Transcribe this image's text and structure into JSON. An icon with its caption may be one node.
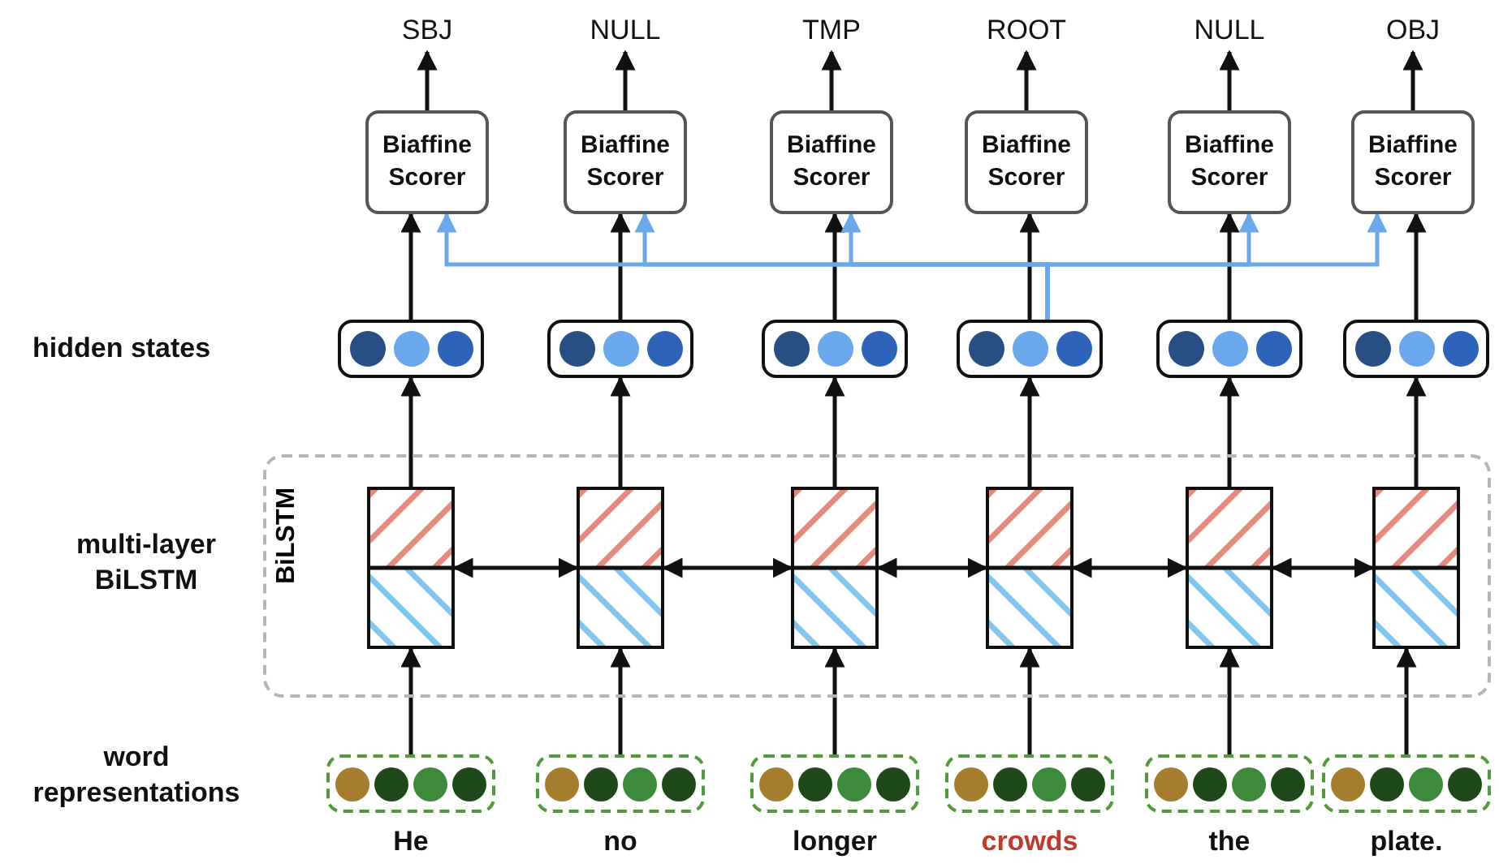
{
  "diagram": {
    "nodes": [
      {
        "text": [
          "SBJ"
        ]
      },
      {
        "text": [
          "NULL"
        ]
      },
      {
        "text": [
          "TMP"
        ]
      },
      {
        "text": [
          "ROOT"
        ]
      },
      {
        "text": [
          "NULL"
        ]
      },
      {
        "text": [
          "OBJ"
        ]
      },
      {
        "text": [
          "Biaffine Scorer"
        ]
      },
      {
        "text": [
          "Biaffine Scorer"
        ]
      },
      {
        "text": [
          "Biaffine Scorer"
        ]
      },
      {
        "text": [
          "Biaffine Scorer"
        ]
      },
      {
        "text": [
          "Biaffine Scorer"
        ]
      },
      {
        "text": [
          "Biaffine Scorer"
        ]
      },
      {
        "text": [],
        "shape": "box"
      },
      {
        "text": [],
        "shape": "box"
      },
      {
        "text": [],
        "shape": "box"
      },
      {
        "text": [],
        "shape": "box"
      },
      {
        "text": [],
        "shape": "box"
      },
      {
        "text": [],
        "shape": "box"
      },
      {
        "text": [
          "BiLSTM"
        ]
      },
      {
        "text": [],
        "shape": "box",
        "in": 18
      },
      {
        "text": [],
        "shape": "box",
        "in": 18
      },
      {
        "text": [],
        "shape": "box",
        "in": 18
      },
      {
        "text": [],
        "shape": "box",
        "in": 18
      },
      {
        "text": [],
        "shape": "box",
        "in": 18
      },
      {
        "text": [],
        "shape": "box",
        "in": 18
      },
      {
        "text": [],
        "shape": "box"
      },
      {
        "text": [],
        "shape": "box"
      },
      {
        "text": [],
        "shape": "box"
      },
      {
        "text": [],
        "shape": "box"
      },
      {
        "text": [],
        "shape": "box"
      },
      {
        "text": [],
        "shape": "box"
      },
      {
        "text": [
          "He"
        ]
      },
      {
        "text": [
          "no"
        ]
      },
      {
        "text": [
          "longer"
        ]
      },
      {
        "text": [
          "crowds"
        ]
      },
      {
        "text": [
          "the"
        ]
      },
      {
        "text": [
          "plate."
        ]
      }
    ],
    "edges": [
      {
        "from": 6,
        "to": 0,
        "arrow": "to"
      },
      {
        "from": 7,
        "to": 1,
        "arrow": "to"
      },
      {
        "from": 8,
        "to": 2,
        "arrow": "to"
      },
      {
        "from": 9,
        "to": 3,
        "arrow": "to"
      },
      {
        "from": 10,
        "to": 4,
        "arrow": "to"
      },
      {
        "from": 11,
        "to": 5,
        "arrow": "to"
      },
      {
        "from": 12,
        "to": 6,
        "arrow": "to"
      },
      {
        "from": 13,
        "to": 7,
        "arrow": "to"
      },
      {
        "from": 14,
        "to": 8,
        "arrow": "to"
      },
      {
        "from": 15,
        "to": 9,
        "arrow": "to"
      },
      {
        "from": 16,
        "to": 10,
        "arrow": "to"
      },
      {
        "from": 17,
        "to": 11,
        "arrow": "to"
      },
      {
        "from": 19,
        "to": 12,
        "arrow": "to"
      },
      {
        "from": 20,
        "to": 13,
        "arrow": "to"
      },
      {
        "from": 21,
        "to": 14,
        "arrow": "to"
      },
      {
        "from": 22,
        "to": 15,
        "arrow": "to"
      },
      {
        "from": 23,
        "to": 16,
        "arrow": "to"
      },
      {
        "from": 24,
        "to": 17,
        "arrow": "to"
      },
      {
        "from": 25,
        "to": 19,
        "arrow": "to"
      },
      {
        "from": 26,
        "to": 20,
        "arrow": "to"
      },
      {
        "from": 27,
        "to": 21,
        "arrow": "to"
      },
      {
        "from": 28,
        "to": 22,
        "arrow": "to"
      },
      {
        "from": 29,
        "to": 23,
        "arrow": "to"
      },
      {
        "from": 30,
        "to": 24,
        "arrow": "to"
      },
      {
        "from": 19,
        "to": 20,
        "arrow": "both"
      },
      {
        "from": 20,
        "to": 21,
        "arrow": "both"
      },
      {
        "from": 21,
        "to": 22,
        "arrow": "both"
      },
      {
        "from": 22,
        "to": 23,
        "arrow": "both"
      },
      {
        "from": 23,
        "to": 24,
        "arrow": "both"
      },
      {
        "from": 15,
        "to": 6,
        "arrow": "to",
        "color": "#6aa8ee"
      },
      {
        "from": 15,
        "to": 7,
        "arrow": "to",
        "color": "#6aa8ee"
      },
      {
        "from": 15,
        "to": 8,
        "arrow": "to",
        "color": "#6aa8ee"
      },
      {
        "from": 15,
        "to": 10,
        "arrow": "to",
        "color": "#6aa8ee"
      },
      {
        "from": 15,
        "to": 11,
        "arrow": "to",
        "color": "#6aa8ee"
      }
    ],
    "labels": [
      "hidden states",
      "multi-layer BiLSTM",
      "word representations"
    ]
  }
}
